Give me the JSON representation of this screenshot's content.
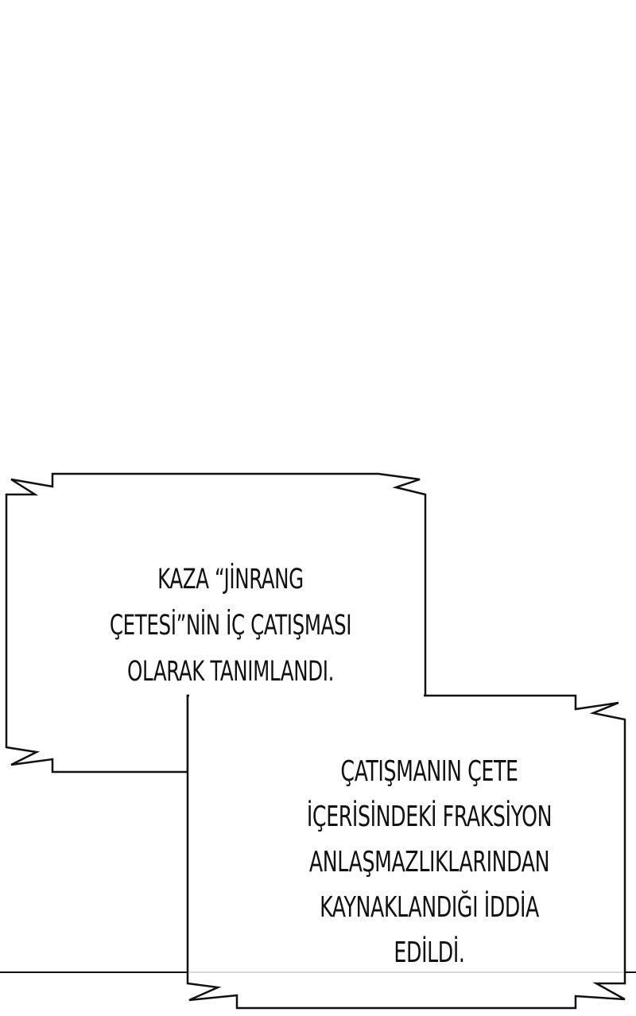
{
  "caption_1": {
    "lines": [
      "KAZA “JİNRANG",
      "ÇETESİ”NİN İÇ ÇATIŞMASI",
      "OLARAK TANIMLANDI."
    ]
  },
  "caption_2": {
    "lines": [
      "ÇATIŞMANIN ÇETE",
      "İÇERİSİNDEKİ FRAKSİYON",
      "ANLAŞMAZLIKLARINDAN",
      "KAYNAKLANDIĞI İDDİA",
      "EDİLDİ."
    ]
  },
  "colors": {
    "background": "#ffffff",
    "ink": "#111111"
  }
}
